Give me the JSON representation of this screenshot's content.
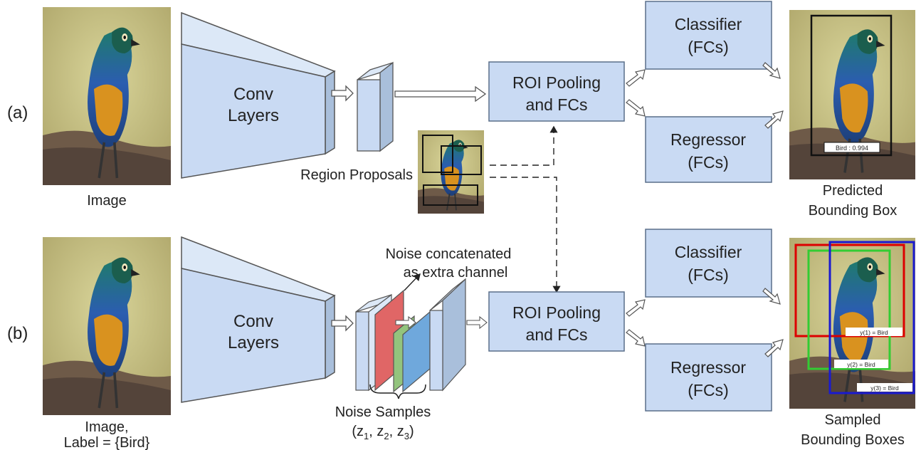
{
  "rows": {
    "a": {
      "label": "(a)",
      "image_caption": "Image",
      "conv_label_1": "Conv",
      "conv_label_2": "Layers",
      "roi_label_1": "ROI Pooling",
      "roi_label_2": "and FCs",
      "classifier_label_1": "Classifier",
      "classifier_label_2": "(FCs)",
      "regressor_label_1": "Regressor",
      "regressor_label_2": "(FCs)",
      "output_caption_1": "Predicted",
      "output_caption_2": "Bounding Box",
      "detection_text": "Bird : 0.994"
    },
    "b": {
      "label": "(b)",
      "image_caption_1": "Image,",
      "image_caption_2": "Label = {Bird}",
      "conv_label_1": "Conv",
      "conv_label_2": "Layers",
      "roi_label_1": "ROI Pooling",
      "roi_label_2": "and FCs",
      "classifier_label_1": "Classifier",
      "classifier_label_2": "(FCs)",
      "regressor_label_1": "Regressor",
      "regressor_label_2": "(FCs)",
      "output_caption_1": "Sampled",
      "output_caption_2": "Bounding Boxes",
      "noise_note_1": "Noise concatenated",
      "noise_note_2": "as extra channel",
      "noise_samples_label": "Noise Samples",
      "sample_labels": [
        "y(1) = Bird",
        "y(2) = Bird",
        "y(3) = Bird"
      ]
    }
  },
  "region_proposals_label": "Region Proposals",
  "noise_z": [
    "z",
    "1",
    ", z",
    "2",
    ", z",
    "3",
    ")"
  ],
  "noise_z_open": "(",
  "colors": {
    "box_fill": "#c9daf3",
    "box_stroke": "#6f8fb8",
    "noise_red": "#e06666",
    "noise_green": "#93c47d",
    "noise_blue": "#6fa8dc",
    "sample_red": "#dd0000",
    "sample_green": "#33cc33",
    "sample_blue": "#1a1ad0"
  }
}
